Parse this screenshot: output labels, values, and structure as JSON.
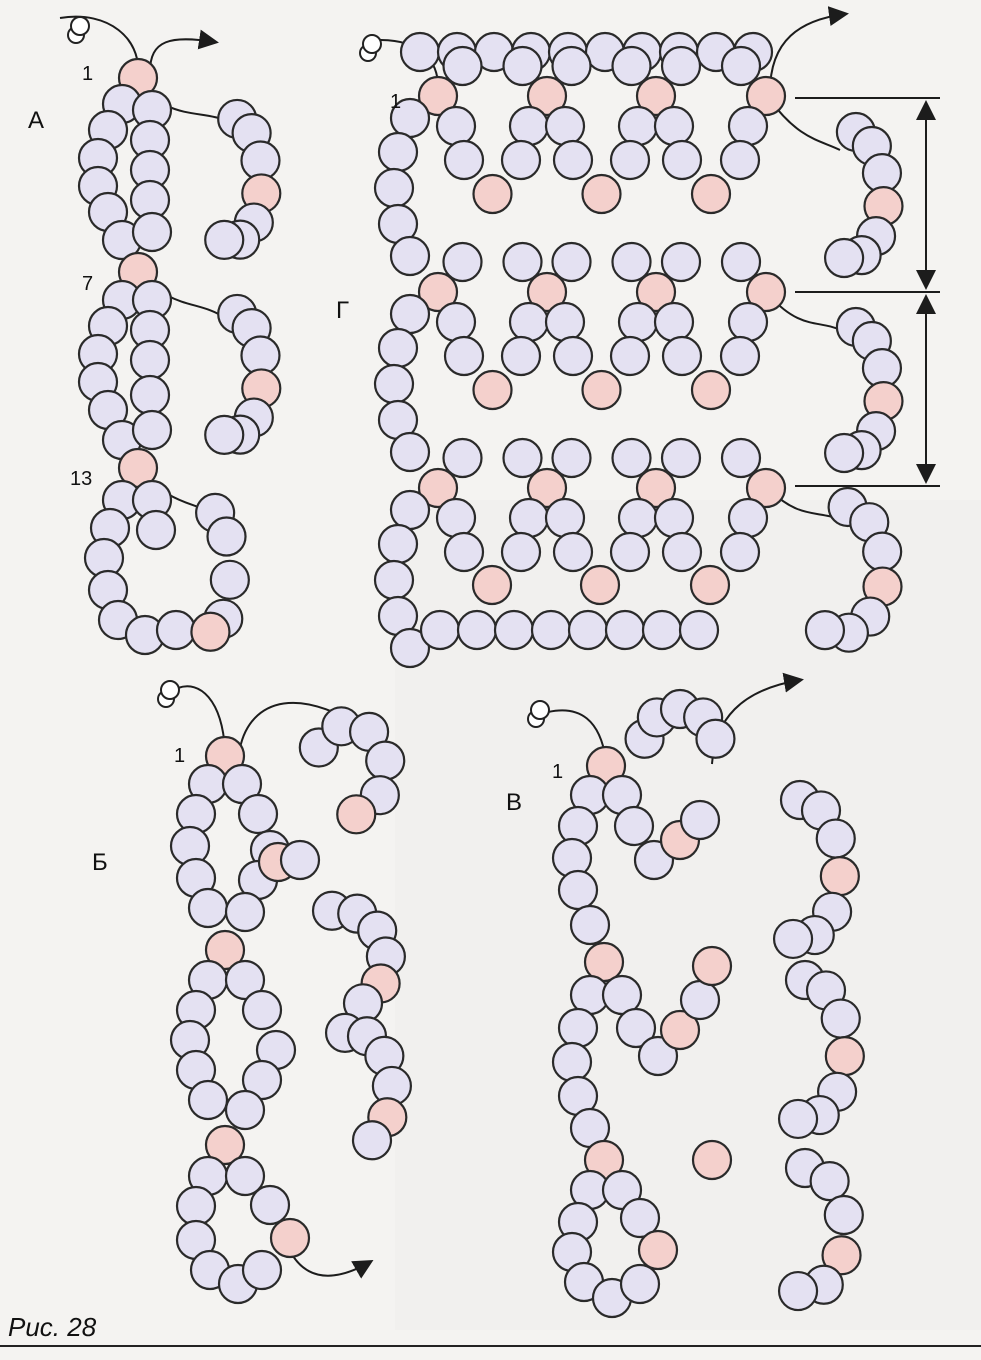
{
  "figure": {
    "caption": "Рис. 28",
    "panel_labels": {
      "a": "А",
      "b": "Б",
      "v": "В",
      "g": "Г"
    },
    "bead_numbers": {
      "n1": "1",
      "n7": "7",
      "n13": "13"
    },
    "colors": {
      "bead_fill": "#e4e1f2",
      "accent_bead_fill": "#f4d0cc",
      "outline": "#2a2a2a",
      "background": "#f4f3f1"
    }
  }
}
